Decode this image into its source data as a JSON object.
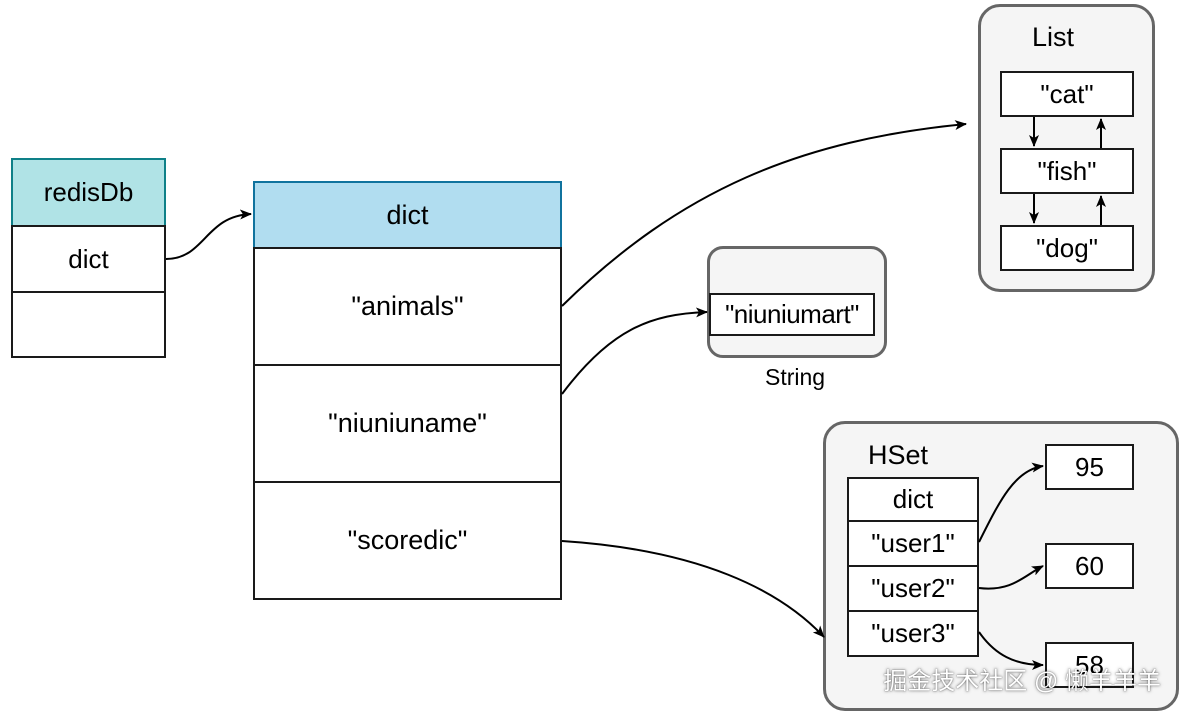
{
  "redisdb": {
    "header": "redisDb",
    "field": "dict"
  },
  "dict": {
    "header": "dict",
    "keys": [
      "\"animals\"",
      "\"niuniuname\"",
      "\"scoredic\""
    ]
  },
  "list": {
    "title": "List",
    "items": [
      "\"cat\"",
      "\"fish\"",
      "\"dog\""
    ]
  },
  "string": {
    "value": "\"niuniumart\"",
    "caption": "String"
  },
  "hset": {
    "title": "HSet",
    "header": "dict",
    "fields": [
      "\"user1\"",
      "\"user2\"",
      "\"user3\""
    ],
    "values": [
      "95",
      "60",
      "58"
    ]
  },
  "watermark": "掘金技术社区 @ 懒羊羊羊",
  "colors": {
    "teal_fill": "#b0e3e6",
    "teal_stroke": "#0e8088",
    "blue_fill": "#b1ddf0",
    "blue_stroke": "#10739e",
    "container_fill": "#f5f5f5",
    "container_stroke": "#666666"
  }
}
